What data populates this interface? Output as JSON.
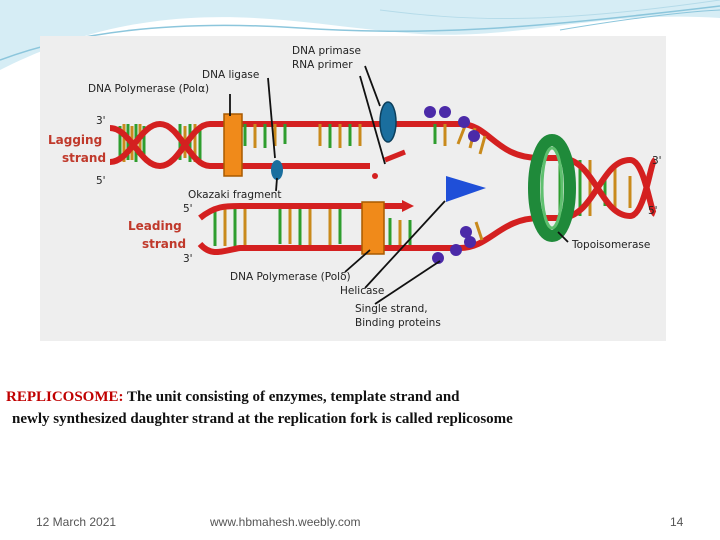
{
  "caption": {
    "term": "REPLICOSOME:",
    "line1": " The unit consisting of enzymes, template strand and",
    "line2": "newly synthesized daughter strand at the replication fork is called replicosome"
  },
  "footer": {
    "date": "12 March 2021",
    "url": "www.hbmahesh.weebly.com",
    "page": "14"
  },
  "diagram": {
    "labels": {
      "dna_primase": "DNA primase",
      "rna_primer": "RNA primer",
      "dna_ligase": "DNA ligase",
      "dna_pol_alpha": "DNA Polymerase (Polα)",
      "lagging_1": "Lagging",
      "lagging_2": "strand",
      "leading_1": "Leading",
      "leading_2": "strand",
      "okazaki": "Okazaki fragment",
      "dna_pol_delta": "DNA Polymerase (Polδ)",
      "helicase": "Helicase",
      "ssb_1": "Single strand,",
      "ssb_2": "Binding proteins",
      "topoisomerase": "Topoisomerase",
      "lag_3prime": "3'",
      "lag_5prime": "5'",
      "lead_5prime": "5'",
      "lead_3prime": "3'",
      "right_3prime": "3'",
      "right_5prime": "5'"
    },
    "colors": {
      "backbone": "#d42020",
      "base_green": "#2e9d2e",
      "base_orange": "#c98a1c",
      "polymerase": "#f08a1a",
      "helicase": "#1f4fd8",
      "ssb": "#4b2aa8",
      "topoisomerase": "#1f8a3a",
      "primase": "#1a6e9e"
    }
  }
}
